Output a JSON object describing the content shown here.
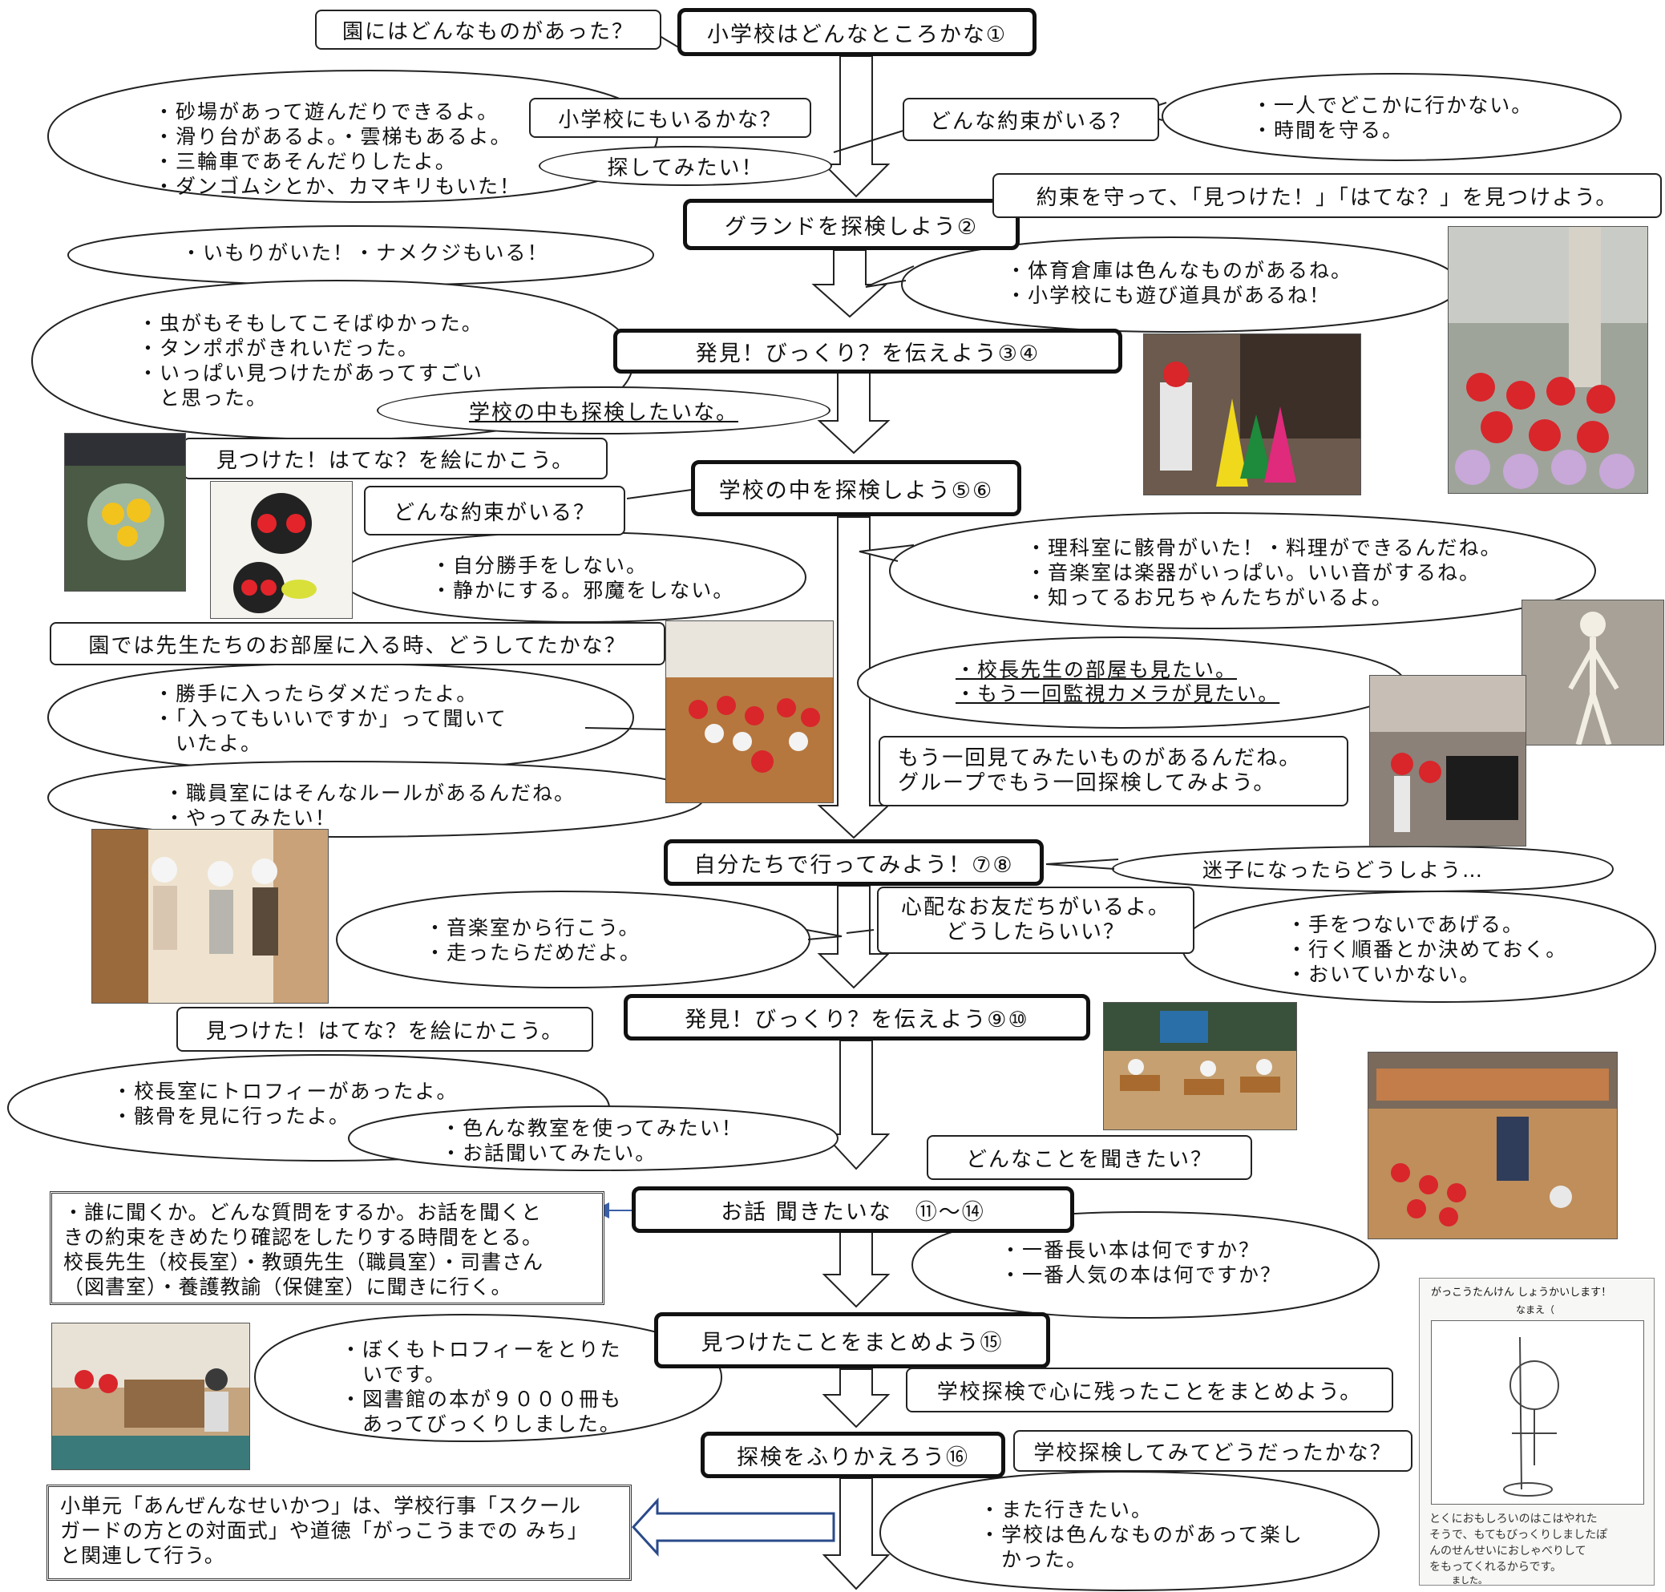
{
  "steps": {
    "s1": "小学校はどんなところかな①",
    "s2": "グランドを探検しよう②",
    "s3": "発見！びっくり？を伝えよう③④",
    "s4": "学校の中を探検しよう⑤⑥",
    "s5": "自分たちで行ってみよう！⑦⑧",
    "s6": "発見！びっくり？を伝えよう⑨⑩",
    "s7": "お話 聞きたいな　⑪～⑭",
    "s8": "見つけたことをまとめよう⑮",
    "s9": "探検をふりかえろう⑯"
  },
  "labels": {
    "q_kindergarten": "園にはどんなものがあった？",
    "q_school_too": "小学校にもいるかな？",
    "want_search": "探してみたい！",
    "q_promise1": "どんな約束がいる？",
    "keep_promise": "約束を守って、「見つけた！」「はてな？」を見つけよう。",
    "want_inside": "学校の中も探検したいな。",
    "draw1": "見つけた！はてな？を絵にかこう。",
    "q_promise2": "どんな約束がいる？",
    "q_staffroom": "園では先生たちのお部屋に入る時、どうしてたかな？",
    "again": "もう一回見てみたいものがあるんだね。\nグループでもう一回探検してみよう。",
    "lost": "迷子になったらどうしよう…",
    "worried": "心配なお友だちがいるよ。\nどうしたらいい？",
    "draw2": "見つけた！はてな？を絵にかこう。",
    "q_ask": "どんなことを聞きたい？",
    "summarize": "学校探検で心に残ったことをまとめよう。",
    "q_reflect": "学校探検してみてどうだったかな？"
  },
  "bubbles": {
    "b1": "・砂場があって遊んだりできるよ。\n・滑り台があるよ。・雲梯もあるよ。\n・三輪車であそんだりしたよ。\n・ダンゴムシとか、カマキリもいた！",
    "b2": "・一人でどこかに行かない。\n・時間を守る。",
    "b3": "・いもりがいた！・ナメクジもいる！",
    "b4": "・体育倉庫は色んなものがあるね。\n・小学校にも遊び道具があるね！",
    "b5": "・虫がもそもしてこそばゆかった。\n・タンポポがきれいだった。\n・いっぱい見つけたがあってすごい\n　と思った。",
    "b6": "・自分勝手をしない。\n・静かにする。邪魔をしない。",
    "b7": "・理科室に骸骨がいた！・料理ができるんだね。\n・音楽室は楽器がいっぱい。いい音がするね。\n・知ってるお兄ちゃんたちがいるよ。",
    "b8a": "・校長先生の部屋も見たい。",
    "b8b": "・もう一回監視カメラが見たい。",
    "b9": "・勝手に入ったらダメだったよ。\n・「入ってもいいですか」って聞いて\n　いたよ。",
    "b10": "・職員室にはそんなルールがあるんだね。\n・やってみたい！",
    "b11": "・音楽室から行こう。\n・走ったらだめだよ。",
    "b12": "・手をつないであげる。\n・行く順番とか決めておく。\n・おいていかない。",
    "b13": "・校長室にトロフィーがあったよ。\n・骸骨を見に行ったよ。",
    "b14": "・色んな教室を使ってみたい！\n・お話聞いてみたい。",
    "b15": "・一番長い本は何ですか？\n・一番人気の本は何ですか？",
    "b16": "・ぼくもトロフィーをとりた\n　いです。\n・図書館の本が９０００冊も\n　あってびっくりしました。",
    "b17": "・また行きたい。\n・学校は色んなものがあって楽し\n　かった。"
  },
  "notes": {
    "interview": "・誰に聞くか。どんな質問をするか。お話を聞くと\nきの約束をきめたり確認をしたりする時間をとる。\n校長先生（校長室）・教頭先生（職員室）・司書さん\n（図書室）・養護教諭（保健室）に聞きに行く。",
    "related": "小単元「あんぜんなせいかつ」は、学校行事「スクール\nガードの方との対面式」や道徳「がっこうまでの みち」\nと関連して行う。"
  },
  "worksheet": {
    "header": "がっこうたんけん しょうかいします！",
    "name_label": "なまえ（",
    "handwriting": "とくにおもしろいのはこはやれた\nそうで、もてもびっくりしましたぽ\nんのせんせいにおしゃべりして\nをもってくれるからです。",
    "footer": "ました。"
  },
  "colors": {
    "sky": "#c8dff0",
    "red_cap": "#d8262b",
    "floor": "#b5773e",
    "arrow_blue": "#3a5fa8"
  }
}
